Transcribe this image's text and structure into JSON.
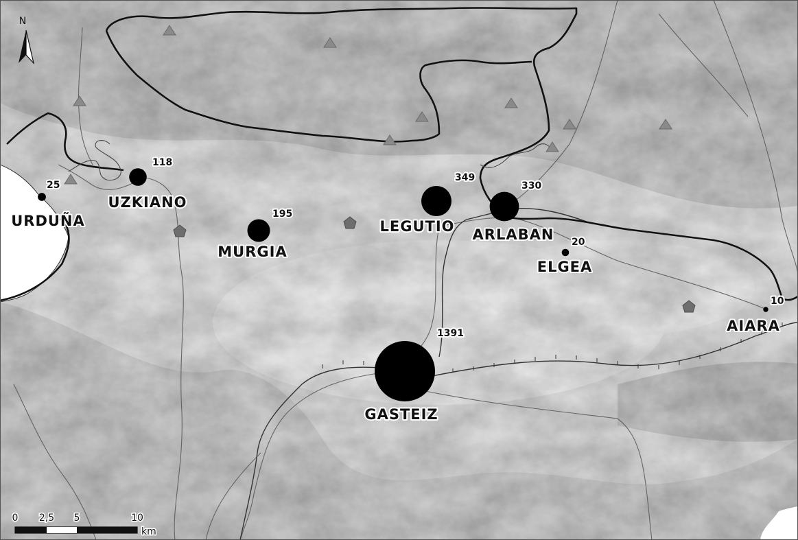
{
  "north_arrow": {
    "label": "N",
    "icon": "north-arrow-icon"
  },
  "scale_bar": {
    "ticks": [
      "0",
      "2,5",
      "5",
      "10"
    ],
    "unit": "km"
  },
  "colors": {
    "marker": "#000000",
    "site_triangle": "#8a8a8a",
    "site_pentagon": "#6e6e6e",
    "boundary": "#111111",
    "water": "#ffffff",
    "terrain": "#d6d6d6"
  },
  "legend_icons": [
    "triangle-site-icon",
    "pentagon-site-icon",
    "railway-line-icon",
    "road-line-icon"
  ],
  "locations": [
    {
      "id": "urduna",
      "name": "URDUÑA",
      "count": "25",
      "value": 25
    },
    {
      "id": "uzkiano",
      "name": "UZKIANO",
      "count": "118",
      "value": 118
    },
    {
      "id": "murgia",
      "name": "MURGIA",
      "count": "195",
      "value": 195
    },
    {
      "id": "legutio",
      "name": "LEGUTIO",
      "count": "349",
      "value": 349
    },
    {
      "id": "arlaban",
      "name": "ARLABAN",
      "count": "330",
      "value": 330
    },
    {
      "id": "elgea",
      "name": "ELGEA",
      "count": "20",
      "value": 20
    },
    {
      "id": "aiara",
      "name": "AIARA",
      "count": "10",
      "value": 10
    },
    {
      "id": "gasteiz",
      "name": "GASTEIZ",
      "count": "1391",
      "value": 1391
    }
  ]
}
